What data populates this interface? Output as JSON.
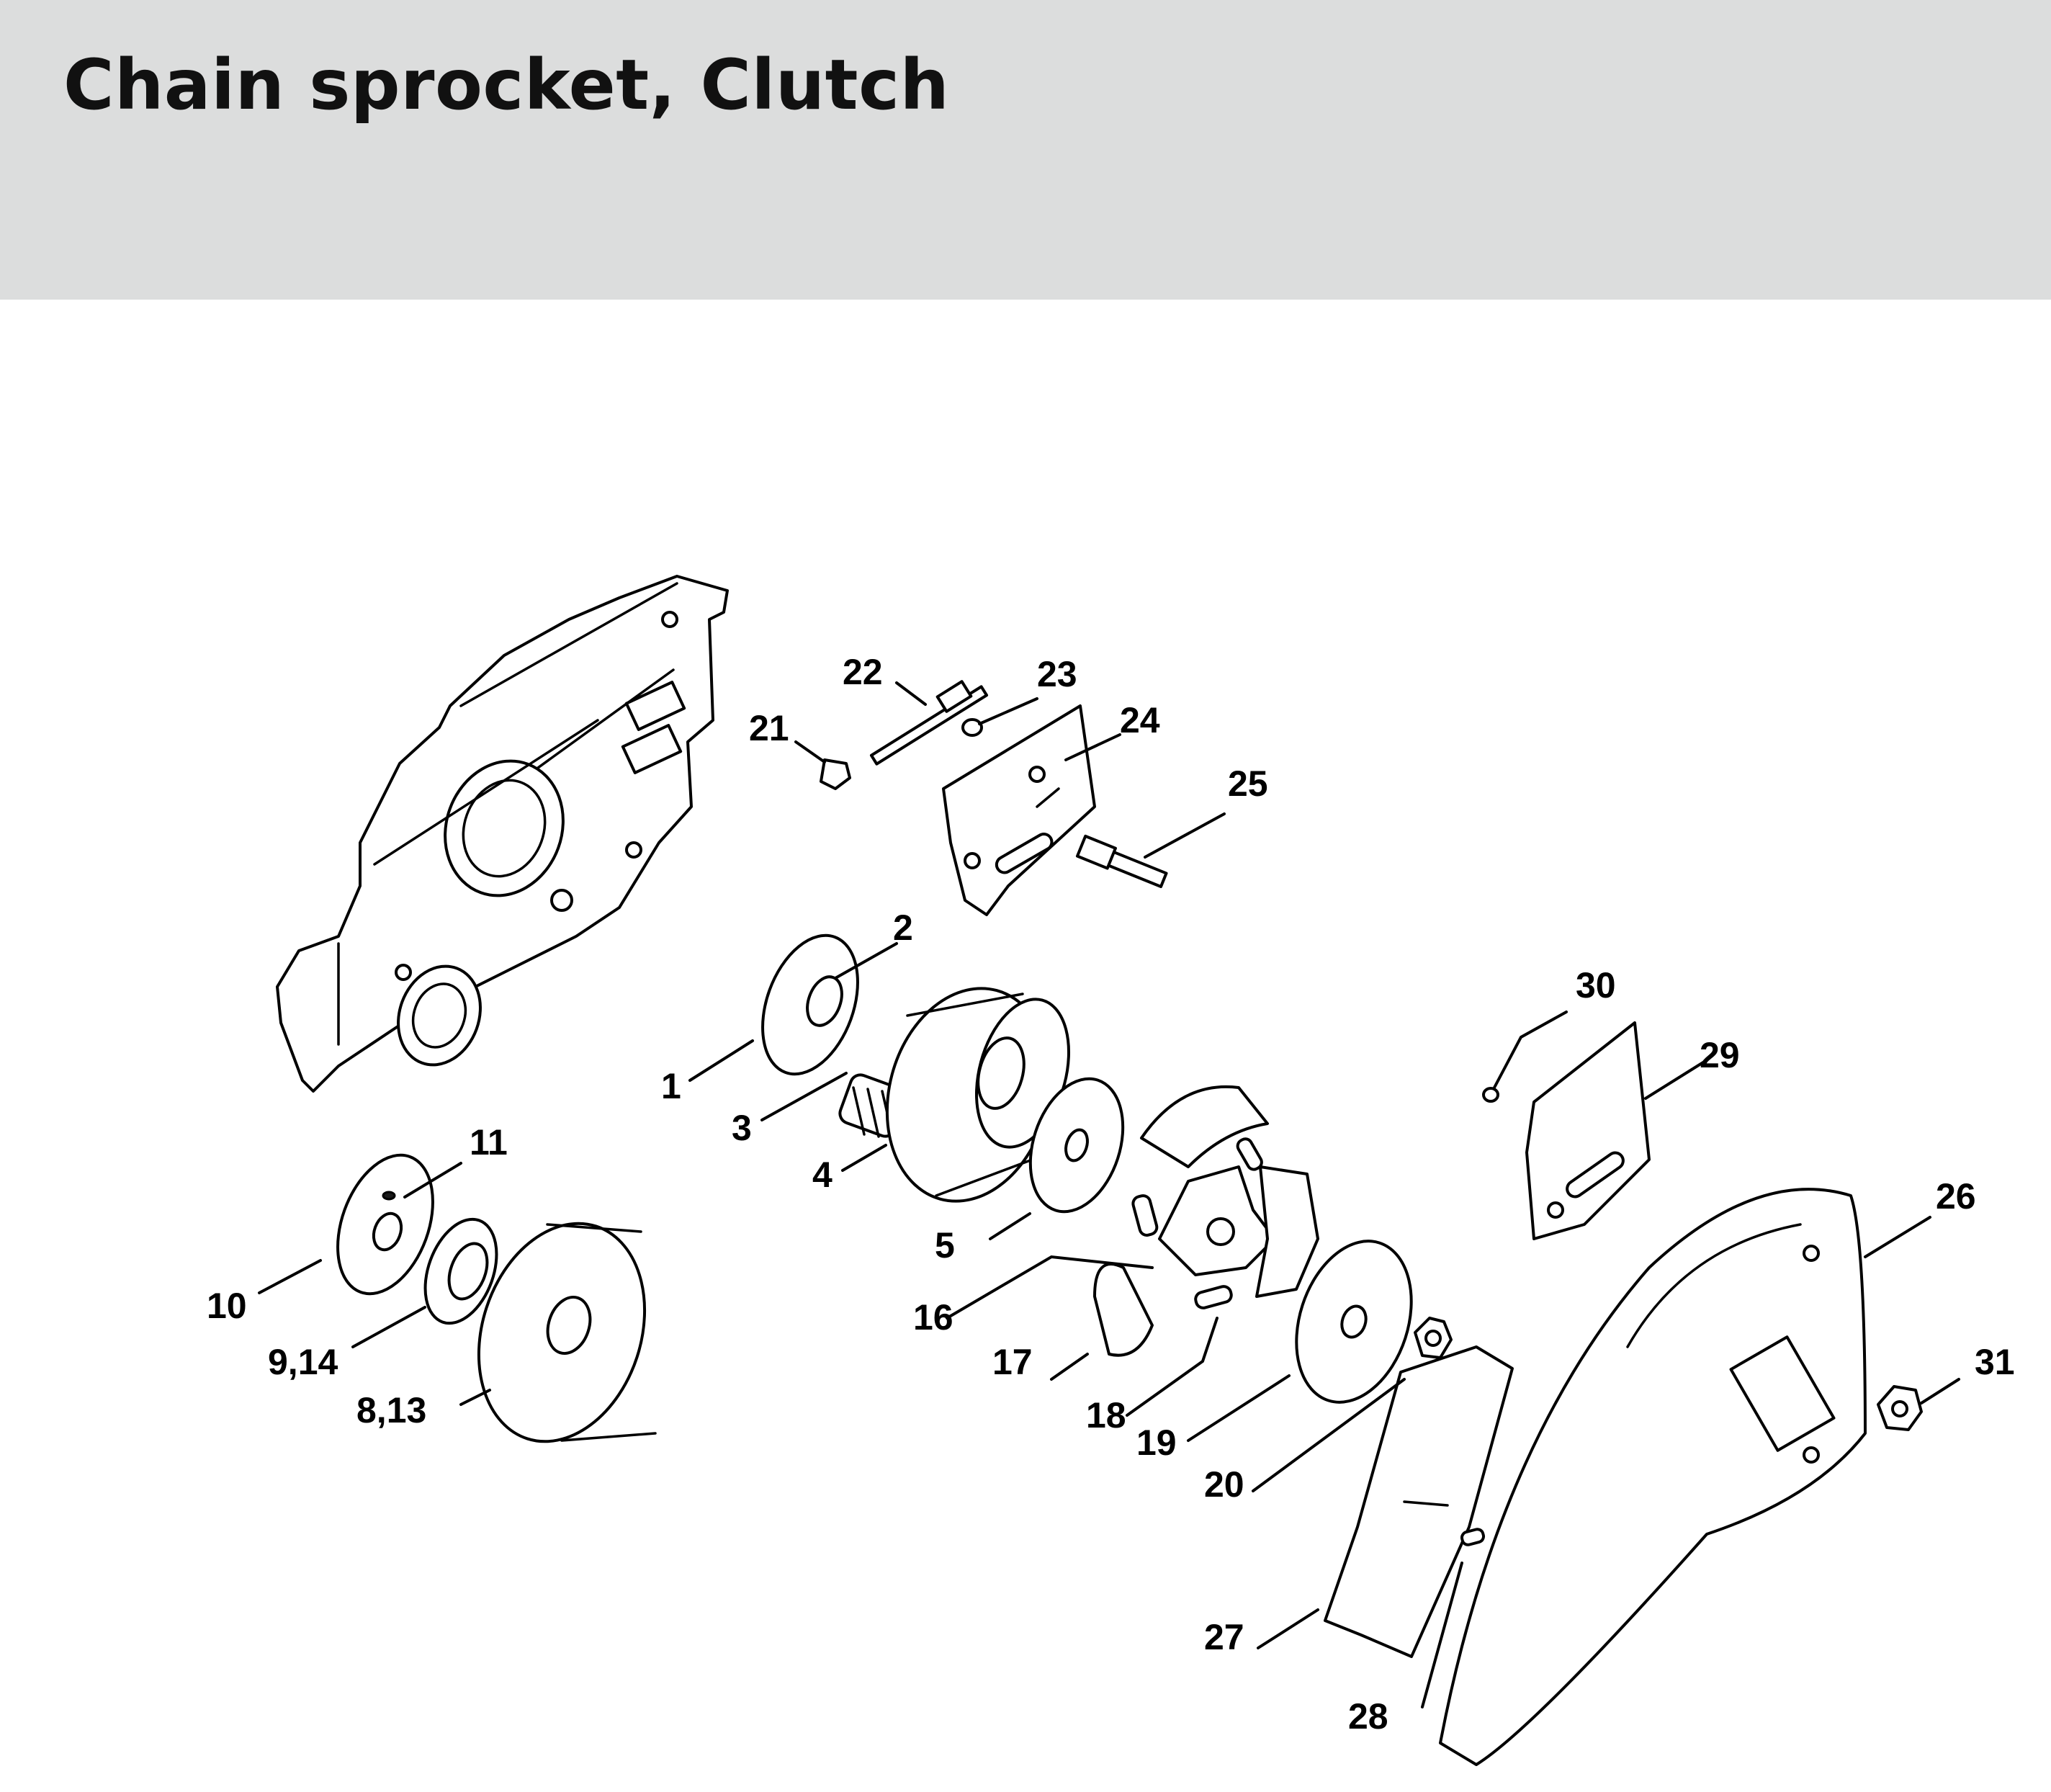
{
  "title": "Chain sprocket, Clutch",
  "callouts": [
    {
      "id": "c1",
      "label": "1"
    },
    {
      "id": "c2",
      "label": "2"
    },
    {
      "id": "c3",
      "label": "3"
    },
    {
      "id": "c4",
      "label": "4"
    },
    {
      "id": "c5",
      "label": "5"
    },
    {
      "id": "c8-13",
      "label": "8,13"
    },
    {
      "id": "c9-14",
      "label": "9,14"
    },
    {
      "id": "c10",
      "label": "10"
    },
    {
      "id": "c11",
      "label": "11"
    },
    {
      "id": "c16",
      "label": "16"
    },
    {
      "id": "c17",
      "label": "17"
    },
    {
      "id": "c18",
      "label": "18"
    },
    {
      "id": "c19",
      "label": "19"
    },
    {
      "id": "c20",
      "label": "20"
    },
    {
      "id": "c21",
      "label": "21"
    },
    {
      "id": "c22",
      "label": "22"
    },
    {
      "id": "c23",
      "label": "23"
    },
    {
      "id": "c24",
      "label": "24"
    },
    {
      "id": "c25",
      "label": "25"
    },
    {
      "id": "c26",
      "label": "26"
    },
    {
      "id": "c27",
      "label": "27"
    },
    {
      "id": "c28",
      "label": "28"
    },
    {
      "id": "c29",
      "label": "29"
    },
    {
      "id": "c30",
      "label": "30"
    },
    {
      "id": "c31",
      "label": "31"
    }
  ]
}
